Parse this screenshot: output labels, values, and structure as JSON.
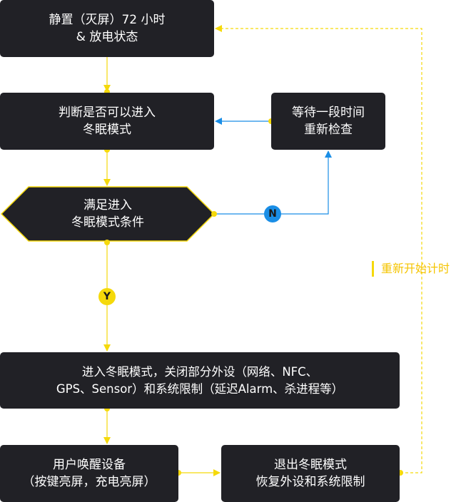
{
  "colors": {
    "box_fill": "#212126",
    "box_text": "#ffffff",
    "flow_yellow": "#f5d90a",
    "flow_blue": "#1a8ee6",
    "hex_border": "#f5d90a",
    "restart_text": "#f5c400"
  },
  "nodes": {
    "standby": {
      "line1": "静置（灭屏）72 小时",
      "line2": "& 放电状态"
    },
    "judge": {
      "line1": "判断是否可以进入",
      "line2": "冬眠模式"
    },
    "wait": {
      "line1": "等待一段时间",
      "line2": "重新检查"
    },
    "condition": {
      "line1": "满足进入",
      "line2": "冬眠模式条件"
    },
    "enter": {
      "line1": "进入冬眠模式，关闭部分外设（网络、NFC、",
      "line2": "GPS、Sensor）和系统限制（延迟Alarm、杀进程等）"
    },
    "wake": {
      "line1": "用户唤醒设备",
      "line2": "（按键亮屏，充电亮屏）"
    },
    "exit": {
      "line1": "退出冬眠模式",
      "line2": "恢复外设和系统限制"
    }
  },
  "labels": {
    "no": "N",
    "yes": "Y",
    "restart": "重新开始计时"
  }
}
